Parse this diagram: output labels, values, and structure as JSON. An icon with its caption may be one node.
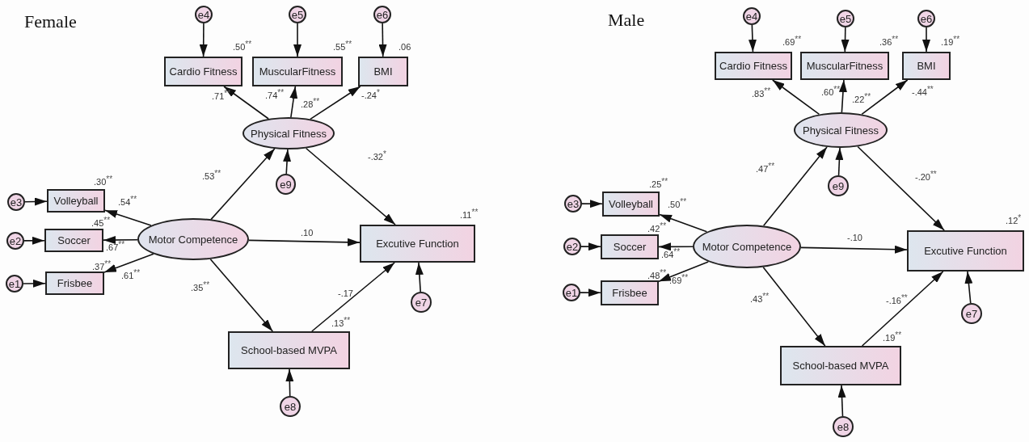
{
  "diagram": {
    "nodes": [
      {
        "text": [
          "e4"
        ]
      },
      {
        "text": [
          "e5"
        ]
      },
      {
        "text": [
          "e6"
        ]
      },
      {
        "text": [
          "Cardio Fitness"
        ],
        "beside": [
          ".50$^{**}$"
        ]
      },
      {
        "text": [
          "MuscularFitness"
        ],
        "beside": [
          ".55$^{**}$"
        ]
      },
      {
        "text": [
          "BMI"
        ],
        "beside": [
          ".06"
        ]
      },
      {
        "text": [
          "Physical Fitness"
        ],
        "beside": [
          ".28$^{**}$"
        ]
      },
      {
        "text": [
          "e3"
        ]
      },
      {
        "text": [
          "Volleyball"
        ],
        "beside": [
          ".30$^{**}$"
        ]
      },
      {
        "text": [
          "e2"
        ]
      },
      {
        "text": [
          "Soccer"
        ],
        "beside": [
          ".45$^{**}$"
        ]
      },
      {
        "text": [
          "e1"
        ]
      },
      {
        "text": [
          "Frisbee"
        ],
        "beside": [
          ".37$^{**}$"
        ]
      },
      {
        "text": [
          "Motor Competence"
        ]
      },
      {
        "text": [
          "e9"
        ]
      },
      {
        "text": [
          "Excutive Function"
        ],
        "beside": [
          ".11$^{**}$"
        ]
      },
      {
        "text": [
          "School-based MVPA"
        ],
        "beside": [
          ".13$^{**}$"
        ]
      },
      {
        "text": [
          "e7"
        ]
      },
      {
        "text": [
          "e8"
        ]
      },
      {
        "text": [
          "e4"
        ]
      },
      {
        "text": [
          "e5"
        ]
      },
      {
        "text": [
          "e6"
        ]
      },
      {
        "text": [
          "Cardio Fitness"
        ],
        "beside": [
          ".69$^{**}$"
        ]
      },
      {
        "text": [
          "MuscularFitness"
        ],
        "beside": [
          ".36$^{**}$"
        ]
      },
      {
        "text": [
          "BMI"
        ],
        "beside": [
          ".19$^{**}$"
        ]
      },
      {
        "text": [
          "Physical Fitness"
        ],
        "beside": [
          ".22$^{**}$"
        ]
      },
      {
        "text": [
          "e3"
        ]
      },
      {
        "text": [
          "Volleyball"
        ],
        "beside": [
          ".25$^{**}$"
        ]
      },
      {
        "text": [
          "e2"
        ]
      },
      {
        "text": [
          "Soccer"
        ],
        "beside": [
          ".42$^{**}$"
        ]
      },
      {
        "text": [
          "e1"
        ]
      },
      {
        "text": [
          "Frisbee"
        ],
        "beside": [
          ".48$^{**}$"
        ]
      },
      {
        "text": [
          "Motor Competence"
        ]
      },
      {
        "text": [
          "e9"
        ]
      },
      {
        "text": [
          "Excutive Function"
        ],
        "beside": [
          ".12$^{*}$"
        ]
      },
      {
        "text": [
          "School-based MVPA"
        ],
        "beside": [
          ".19$^{**}$"
        ]
      },
      {
        "text": [
          "e7"
        ]
      },
      {
        "text": [
          "e8"
        ]
      }
    ],
    "edges": [
      {
        "from": 0,
        "to": 3,
        "arrow": "to"
      },
      {
        "from": 1,
        "to": 4,
        "arrow": "to"
      },
      {
        "from": 2,
        "to": 5,
        "arrow": "to"
      },
      {
        "from": 6,
        "to": 3,
        "arrow": "to",
        "label": ".71$^{**}$"
      },
      {
        "from": 6,
        "to": 4,
        "arrow": "to",
        "label": ".74$^{**}$"
      },
      {
        "from": 6,
        "to": 5,
        "arrow": "to",
        "label": "-.24$^{*}$"
      },
      {
        "from": 7,
        "to": 8,
        "arrow": "to"
      },
      {
        "from": 9,
        "to": 10,
        "arrow": "to"
      },
      {
        "from": 11,
        "to": 12,
        "arrow": "to"
      },
      {
        "from": 13,
        "to": 8,
        "arrow": "to",
        "label": ".54$^{**}$"
      },
      {
        "from": 13,
        "to": 10,
        "arrow": "to",
        "label": ".67$^{**}$"
      },
      {
        "from": 13,
        "to": 12,
        "arrow": "to",
        "label": ".61$^{**}$"
      },
      {
        "from": 13,
        "to": 6,
        "arrow": "to",
        "label": ".53$^{**}$"
      },
      {
        "from": 14,
        "to": 6,
        "arrow": "to"
      },
      {
        "from": 6,
        "to": 15,
        "arrow": "to",
        "label": "-.32$^{*}$"
      },
      {
        "from": 13,
        "to": 15,
        "arrow": "to",
        "label": ".10"
      },
      {
        "from": 13,
        "to": 16,
        "arrow": "to",
        "label": ".35$^{**}$"
      },
      {
        "from": 16,
        "to": 15,
        "arrow": "to",
        "label": "-.17"
      },
      {
        "from": 17,
        "to": 15,
        "arrow": "to"
      },
      {
        "from": 18,
        "to": 16,
        "arrow": "to"
      },
      {
        "from": 19,
        "to": 22,
        "arrow": "to"
      },
      {
        "from": 20,
        "to": 23,
        "arrow": "to"
      },
      {
        "from": 21,
        "to": 24,
        "arrow": "to"
      },
      {
        "from": 25,
        "to": 22,
        "arrow": "to",
        "label": ".83$^{**}$"
      },
      {
        "from": 25,
        "to": 23,
        "arrow": "to",
        "label": ".60$^{**}$"
      },
      {
        "from": 25,
        "to": 24,
        "arrow": "to",
        "label": "-.44$^{**}$"
      },
      {
        "from": 26,
        "to": 27,
        "arrow": "to"
      },
      {
        "from": 28,
        "to": 29,
        "arrow": "to"
      },
      {
        "from": 30,
        "to": 31,
        "arrow": "to"
      },
      {
        "from": 32,
        "to": 27,
        "arrow": "to",
        "label": ".50$^{**}$"
      },
      {
        "from": 32,
        "to": 29,
        "arrow": "to",
        "label": ".64$^{**}$"
      },
      {
        "from": 32,
        "to": 31,
        "arrow": "to",
        "label": ".69$^{**}$"
      },
      {
        "from": 32,
        "to": 25,
        "arrow": "to",
        "label": ".47$^{**}$"
      },
      {
        "from": 33,
        "to": 25,
        "arrow": "to"
      },
      {
        "from": 25,
        "to": 34,
        "arrow": "to",
        "label": "-.20$^{**}$"
      },
      {
        "from": 32,
        "to": 34,
        "arrow": "to",
        "label": "-.10"
      },
      {
        "from": 32,
        "to": 35,
        "arrow": "to",
        "label": ".43$^{**}$"
      },
      {
        "from": 35,
        "to": 34,
        "arrow": "to",
        "label": "-.16$^{**}$"
      },
      {
        "from": 36,
        "to": 34,
        "arrow": "to"
      },
      {
        "from": 37,
        "to": 35,
        "arrow": "to"
      }
    ],
    "labels": [
      "Female",
      "Male"
    ]
  }
}
